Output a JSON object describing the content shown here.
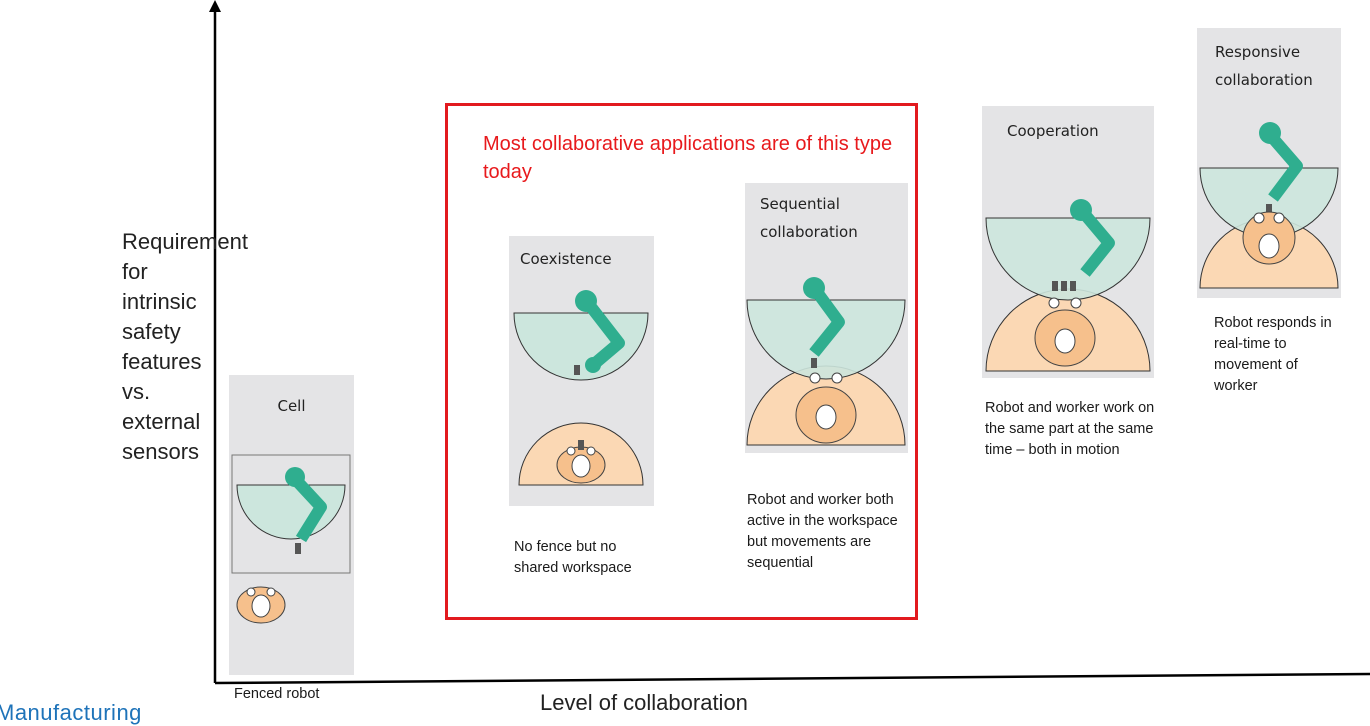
{
  "axes": {
    "y_label": "Requirement for intrinsic safety features vs. external sensors",
    "x_label": "Level of collaboration"
  },
  "highlight_note": "Most collaborative applications are of this type today",
  "stages": [
    {
      "title": "Cell",
      "description": "Fenced robot"
    },
    {
      "title": "Coexistence",
      "description": "No fence but no shared workspace"
    },
    {
      "title": "Sequential collaboration",
      "description": "Robot and worker both active in the workspace but movements are sequential"
    },
    {
      "title": "Cooperation",
      "description": "Robot and worker work on the same part at the same time – both in motion"
    },
    {
      "title": "Responsive collaboration",
      "description": "Robot responds in real-time to movement of worker"
    }
  ],
  "footer_brand": "Manufacturing",
  "colors": {
    "robot_zone": "#cce6dd",
    "robot_arm": "#2fae8f",
    "worker_zone": "#fbd8b4",
    "worker_body": "#f6c08c",
    "panel_bg": "#e4e4e6",
    "highlight_border": "#e21a1f",
    "note_text": "#e8191c",
    "brand_text": "#1e73b9"
  }
}
